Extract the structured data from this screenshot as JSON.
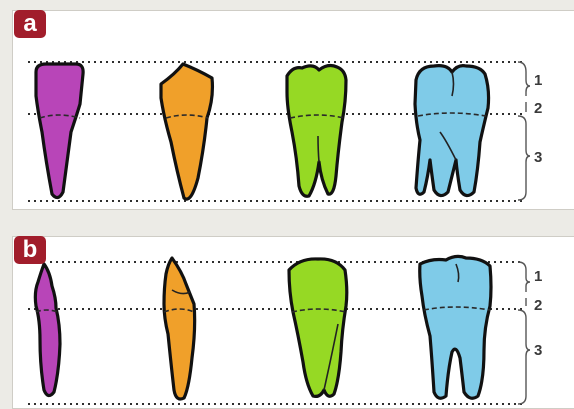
{
  "panels": [
    {
      "label": "a",
      "zones": [
        "1",
        "2",
        "3"
      ]
    },
    {
      "label": "b",
      "zones": [
        "1",
        "2",
        "3"
      ]
    }
  ],
  "colors": {
    "incisor": "#b845b8",
    "canine": "#f0a02a",
    "premolar": "#96d924",
    "molar": "#7fcbe8",
    "badge": "#a11d2b"
  }
}
